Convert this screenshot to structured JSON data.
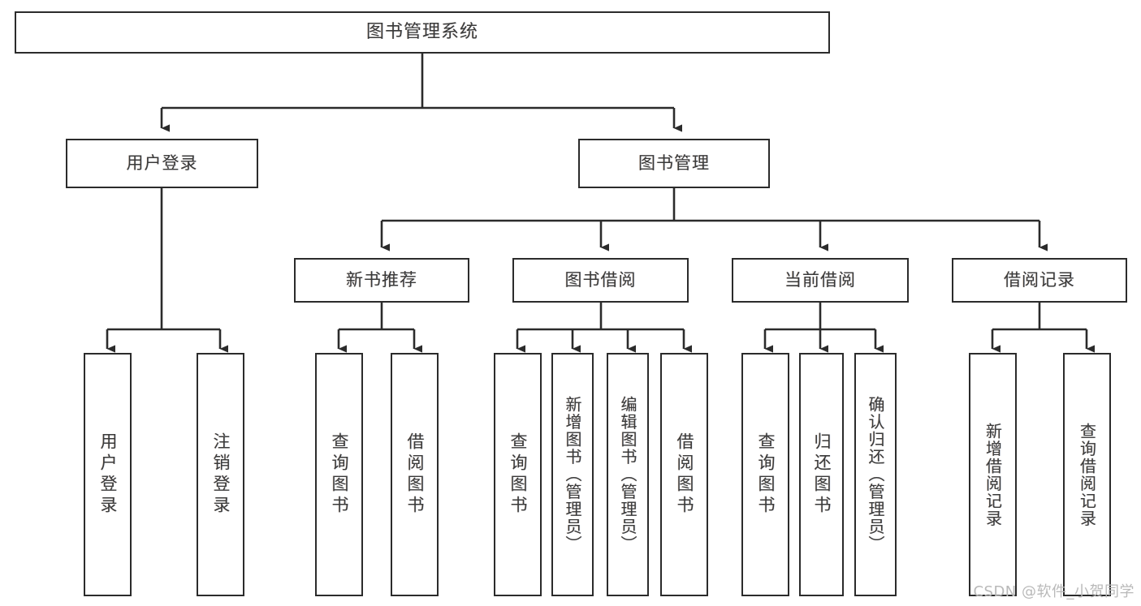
{
  "diagram": {
    "title": "图书管理系统",
    "type": "tree-hierarchy-chart",
    "root": {
      "label": "图书管理系统"
    },
    "level2": [
      {
        "label": "用户登录"
      },
      {
        "label": "图书管理"
      }
    ],
    "level3": [
      {
        "label": "新书推荐"
      },
      {
        "label": "图书借阅"
      },
      {
        "label": "当前借阅"
      },
      {
        "label": "借阅记录"
      }
    ],
    "leaves": [
      {
        "label": "用户登录",
        "parent": "用户登录"
      },
      {
        "label": "注销登录",
        "parent": "用户登录"
      },
      {
        "label": "查询图书",
        "parent": "新书推荐"
      },
      {
        "label": "借阅图书",
        "parent": "新书推荐"
      },
      {
        "label": "查询图书",
        "parent": "图书借阅"
      },
      {
        "label": "新增图书（管理员）",
        "parent": "图书借阅"
      },
      {
        "label": "编辑图书（管理员）",
        "parent": "图书借阅"
      },
      {
        "label": "借阅图书",
        "parent": "图书借阅"
      },
      {
        "label": "查询图书",
        "parent": "当前借阅"
      },
      {
        "label": "归还图书",
        "parent": "当前借阅"
      },
      {
        "label": "确认归还（管理员）",
        "parent": "当前借阅"
      },
      {
        "label": "新增借阅记录",
        "parent": "借阅记录"
      },
      {
        "label": "查询借阅记录",
        "parent": "借阅记录"
      }
    ]
  },
  "watermark": {
    "text": "CSDN @软件_小贺同学"
  },
  "colors": {
    "stroke": "#2b2b2b",
    "text": "#3a3a3a",
    "background": "#ffffff",
    "watermark": "#b9b9b9"
  }
}
